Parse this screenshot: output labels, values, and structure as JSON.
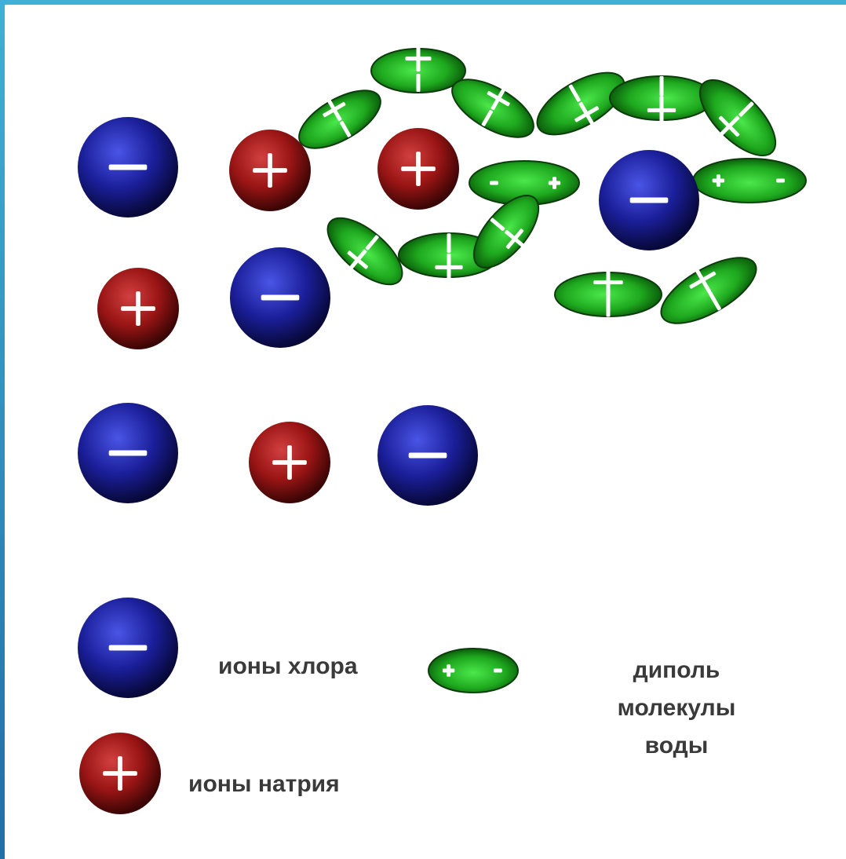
{
  "colors": {
    "chloride": "#1b1f9a",
    "sodium": "#9a1515",
    "water_dipole": "#22b422",
    "frame_accent": "#3fb0d8"
  },
  "symbols": {
    "plus": "+",
    "minus": "–"
  },
  "legend": {
    "chloride_label": "ионы хлора",
    "sodium_label": "ионы натрия",
    "dipole_label": "диполь молекулы воды"
  }
}
